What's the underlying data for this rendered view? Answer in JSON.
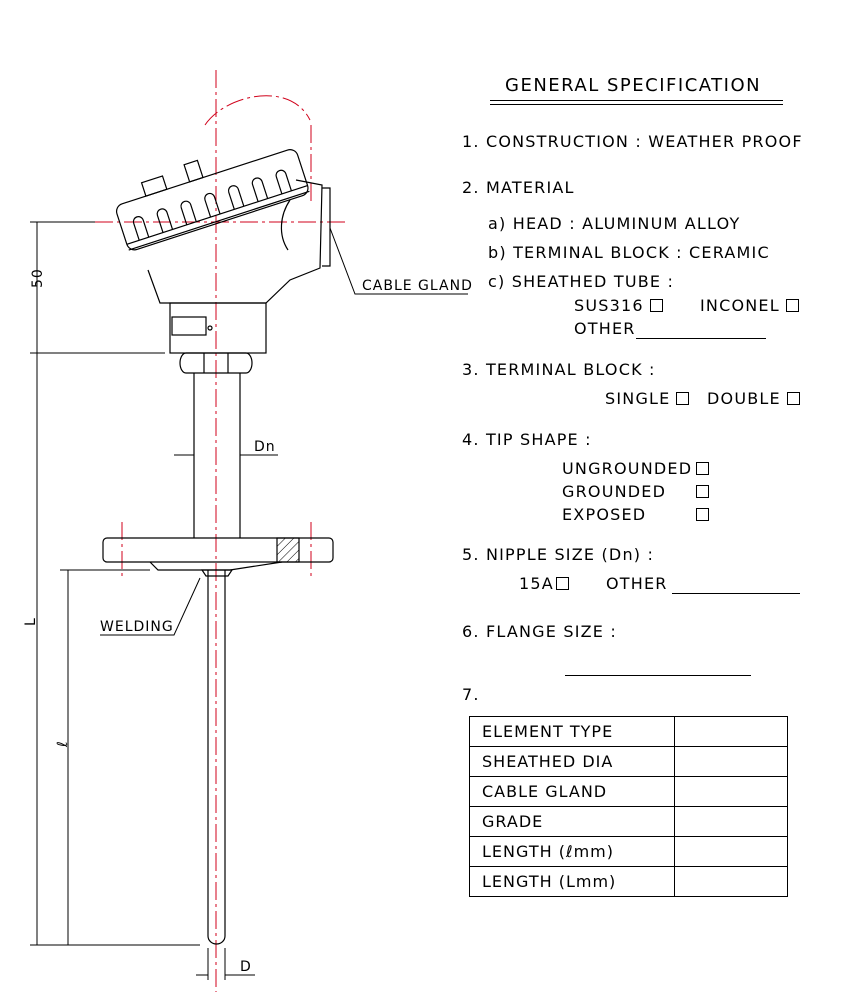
{
  "spec": {
    "title": "GENERAL SPECIFICATION",
    "item1": "1. CONSTRUCTION : WEATHER PROOF",
    "item2": "2. MATERIAL",
    "item2a": "a) HEAD : ALUMINUM ALLOY",
    "item2b": "b) TERMINAL BLOCK : CERAMIC",
    "item2c": "c) SHEATHED TUBE :",
    "sus316": "SUS316",
    "inconel": "INCONEL",
    "other": "OTHER",
    "item3": "3. TERMINAL BLOCK :",
    "single": "SINGLE",
    "double": "DOUBLE",
    "item4": "4. TIP SHAPE :",
    "ungrounded": "UNGROUNDED",
    "grounded": "GROUNDED",
    "exposed": "EXPOSED",
    "item5": "5. NIPPLE SIZE (Dn) :",
    "size15a": "15A",
    "other5": "OTHER",
    "item6": "6. FLANGE SIZE :",
    "item7": "7.",
    "table": [
      {
        "label": "ELEMENT TYPE",
        "value": ""
      },
      {
        "label": "SHEATHED DIA",
        "value": ""
      },
      {
        "label": "CABLE GLAND",
        "value": ""
      },
      {
        "label": "GRADE",
        "value": ""
      },
      {
        "label": "LENGTH   (ℓmm)",
        "value": ""
      },
      {
        "label": "LENGTH   (Lmm)",
        "value": ""
      }
    ]
  },
  "drawing": {
    "cable_gland": "CABLE GLAND",
    "welding": "WELDING",
    "dim_50": "50",
    "dim_L": "L",
    "dim_l": "ℓ",
    "dim_Dn": "Dn",
    "dim_D": "D",
    "line_color": "#000000",
    "centerline_color": "#d0021b"
  }
}
